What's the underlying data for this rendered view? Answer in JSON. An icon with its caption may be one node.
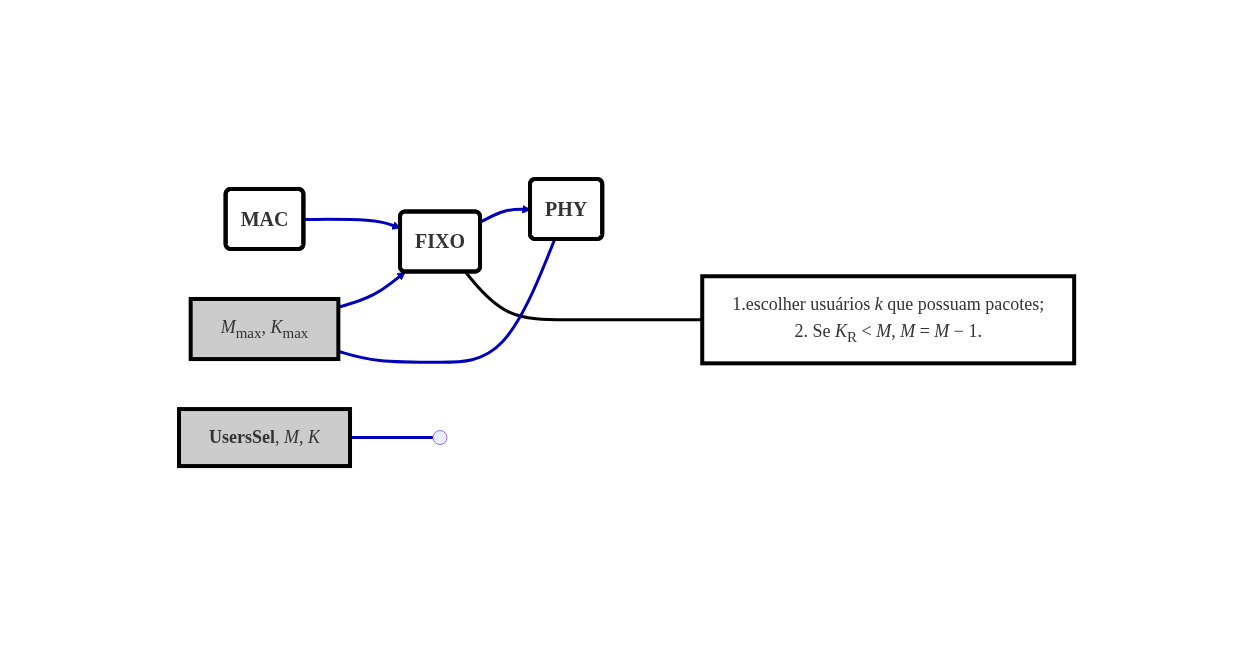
{
  "diagram": {
    "nodes": [
      {
        "text": [
          "MAC"
        ]
      },
      {
        "text": [
          "FIXO"
        ]
      },
      {
        "text": [
          "1.escolher usuários *k* que possuam pacotes;",
          "2. Se *K*$_{R}$ < *M*,  *M* = *M* − 1."
        ]
      },
      {
        "text": [
          "*M*$_{max}$, *K*$_{max}$"
        ]
      },
      {
        "text": [
          "PHY"
        ]
      },
      {
        "text": [
          "**UsersSel**, *M*, *K*"
        ]
      }
    ],
    "edges": [
      {
        "from": 0,
        "to": 1,
        "arrow": "to"
      },
      {
        "from": 1,
        "to": 4,
        "arrow": "to"
      },
      {
        "from": 1,
        "to": 2,
        "arrow": "none",
        "color": "#000000"
      },
      {
        "from": 3,
        "to": 1,
        "arrow": "to"
      },
      {
        "from": 3,
        "to": 4,
        "arrow": "none"
      },
      {
        "from": 5,
        "to": null,
        "arrow": "none"
      }
    ]
  }
}
